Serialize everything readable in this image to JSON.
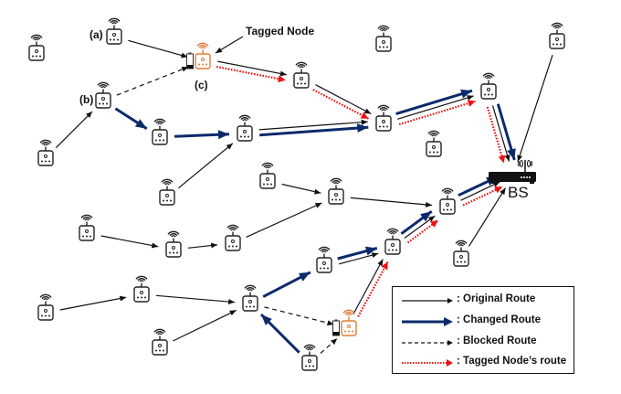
{
  "diagram": {
    "annotations": {
      "tagged_node_label": "Tagged Node",
      "label_a": "(a)",
      "label_b": "(b)",
      "label_c": "(c)",
      "base_station_label": "BS"
    },
    "colors": {
      "original": "#111111",
      "changed": "#0b2a6b",
      "blocked": "#111111",
      "tagged_route": "#ee1111",
      "tagged_node": "#e07b39",
      "node": "#222222"
    },
    "nodes": [
      {
        "id": "n0",
        "type": "sensor"
      },
      {
        "id": "a",
        "type": "sensor",
        "label": "(a)"
      },
      {
        "id": "c",
        "type": "tagged",
        "label": "(c)",
        "low_battery": true
      },
      {
        "id": "b",
        "type": "sensor",
        "label": "(b)"
      },
      {
        "id": "nl",
        "type": "sensor"
      },
      {
        "id": "n1",
        "type": "sensor"
      },
      {
        "id": "n2",
        "type": "sensor"
      },
      {
        "id": "n3",
        "type": "sensor"
      },
      {
        "id": "n4",
        "type": "sensor"
      },
      {
        "id": "n5",
        "type": "sensor"
      },
      {
        "id": "ntr",
        "type": "sensor"
      },
      {
        "id": "iso1",
        "type": "sensor"
      },
      {
        "id": "iso2",
        "type": "sensor"
      },
      {
        "id": "n6",
        "type": "sensor"
      },
      {
        "id": "n7",
        "type": "sensor"
      },
      {
        "id": "n8",
        "type": "sensor"
      },
      {
        "id": "n9",
        "type": "sensor"
      },
      {
        "id": "n10",
        "type": "sensor"
      },
      {
        "id": "n11",
        "type": "sensor"
      },
      {
        "id": "n12",
        "type": "sensor"
      },
      {
        "id": "n13",
        "type": "sensor"
      },
      {
        "id": "n14",
        "type": "sensor"
      },
      {
        "id": "n15",
        "type": "sensor"
      },
      {
        "id": "n16",
        "type": "sensor"
      },
      {
        "id": "n17",
        "type": "sensor"
      },
      {
        "id": "n18",
        "type": "sensor"
      },
      {
        "id": "n19",
        "type": "sensor"
      },
      {
        "id": "t2",
        "type": "tagged",
        "low_battery": true
      },
      {
        "id": "n20",
        "type": "sensor"
      },
      {
        "id": "bs",
        "type": "base_station",
        "label": "BS"
      }
    ],
    "edges": [
      {
        "from": "a",
        "to": "c",
        "kind": "original"
      },
      {
        "from": "b",
        "to": "c",
        "kind": "blocked"
      },
      {
        "from": "nl",
        "to": "b",
        "kind": "original"
      },
      {
        "from": "b",
        "to": "n1",
        "kind": "changed"
      },
      {
        "from": "n1",
        "to": "n2",
        "kind": "changed"
      },
      {
        "from": "c",
        "to": "n3",
        "kind": "original"
      },
      {
        "from": "c",
        "to": "n3",
        "kind": "tagged"
      },
      {
        "from": "n3",
        "to": "n4",
        "kind": "original"
      },
      {
        "from": "n3",
        "to": "n4",
        "kind": "tagged"
      },
      {
        "from": "n2",
        "to": "n4",
        "kind": "original"
      },
      {
        "from": "n2",
        "to": "n4",
        "kind": "changed"
      },
      {
        "from": "n6",
        "to": "n2",
        "kind": "original"
      },
      {
        "from": "n4",
        "to": "n5",
        "kind": "changed"
      },
      {
        "from": "n4",
        "to": "n5",
        "kind": "original"
      },
      {
        "from": "n4",
        "to": "n5",
        "kind": "tagged"
      },
      {
        "from": "n5",
        "to": "bs",
        "kind": "changed"
      },
      {
        "from": "n5",
        "to": "bs",
        "kind": "original"
      },
      {
        "from": "n5",
        "to": "bs",
        "kind": "tagged"
      },
      {
        "from": "ntr",
        "to": "bs",
        "kind": "original"
      },
      {
        "from": "n7",
        "to": "n8",
        "kind": "original"
      },
      {
        "from": "n12",
        "to": "n8",
        "kind": "original"
      },
      {
        "from": "n8",
        "to": "n9",
        "kind": "original"
      },
      {
        "from": "n10",
        "to": "n11",
        "kind": "original"
      },
      {
        "from": "n11",
        "to": "n12",
        "kind": "original"
      },
      {
        "from": "n9",
        "to": "bs",
        "kind": "changed"
      },
      {
        "from": "n9",
        "to": "bs",
        "kind": "original"
      },
      {
        "from": "n9",
        "to": "bs",
        "kind": "tagged"
      },
      {
        "from": "n13",
        "to": "bs",
        "kind": "original"
      },
      {
        "from": "n15",
        "to": "n9",
        "kind": "changed"
      },
      {
        "from": "n15",
        "to": "n9",
        "kind": "original"
      },
      {
        "from": "n15",
        "to": "n9",
        "kind": "tagged"
      },
      {
        "from": "n14",
        "to": "n15",
        "kind": "changed"
      },
      {
        "from": "n14",
        "to": "n15",
        "kind": "original"
      },
      {
        "from": "n17",
        "to": "n14",
        "kind": "changed"
      },
      {
        "from": "t2",
        "to": "n15",
        "kind": "original"
      },
      {
        "from": "t2",
        "to": "n15",
        "kind": "tagged"
      },
      {
        "from": "n17",
        "to": "t2",
        "kind": "blocked"
      },
      {
        "from": "n20",
        "to": "n17",
        "kind": "changed"
      },
      {
        "from": "n20",
        "to": "t2",
        "kind": "blocked"
      },
      {
        "from": "n18",
        "to": "n16",
        "kind": "original"
      },
      {
        "from": "n16",
        "to": "n17",
        "kind": "original"
      },
      {
        "from": "n19",
        "to": "n17",
        "kind": "original"
      }
    ]
  },
  "legend": {
    "items": [
      {
        "kind": "original",
        "label": ": Original Route"
      },
      {
        "kind": "changed",
        "label": ": Changed Route"
      },
      {
        "kind": "blocked",
        "label": ": Blocked Route"
      },
      {
        "kind": "tagged",
        "label": ": Tagged Node’s route"
      }
    ]
  }
}
